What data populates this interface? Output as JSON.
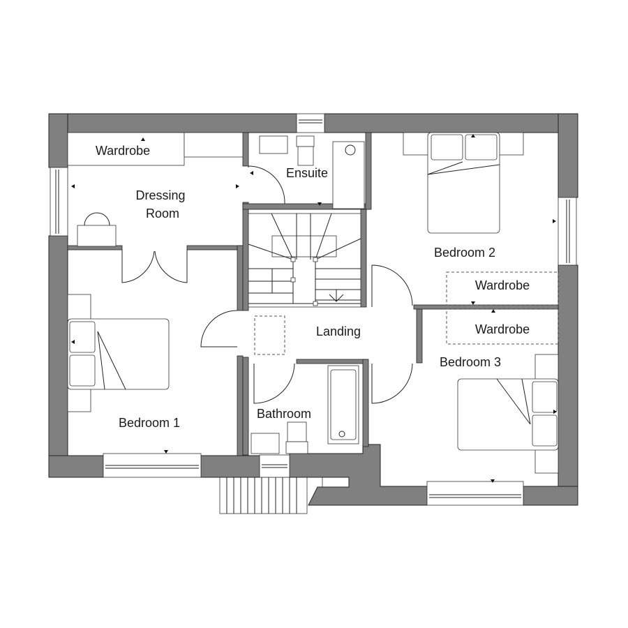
{
  "plan": {
    "rooms": {
      "wardrobe_dressing": "Wardrobe",
      "dressing_line1": "Dressing",
      "dressing_line2": "Room",
      "ensuite": "Ensuite",
      "bedroom2": "Bedroom 2",
      "wardrobe_bed2": "Wardrobe",
      "wardrobe_bed3": "Wardrobe",
      "landing": "Landing",
      "bedroom3": "Bedroom 3",
      "bedroom1": "Bedroom 1",
      "bathroom": "Bathroom"
    },
    "colors": {
      "wall": "#808080",
      "line": "#222222",
      "background": "#ffffff"
    }
  }
}
